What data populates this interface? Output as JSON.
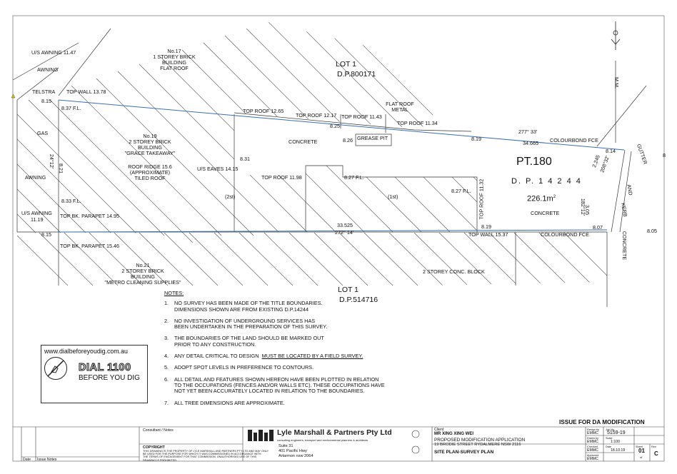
{
  "lots": {
    "lot1_north": "LOT 1",
    "dp_north": "D.P.800171",
    "lot1_south": "LOT 1",
    "dp_south": "D.P.514716",
    "pt_title": "PT.180",
    "pt_dp": "D. P. 1 4 2 4 4",
    "area": "226.1m",
    "area_sup": "2",
    "pt_surface": "CONCRETE"
  },
  "buildings": {
    "no17": [
      "No.17",
      "1 STOREY BRICK",
      "BUILDING",
      "FLAT ROOF"
    ],
    "no19": [
      "No.19",
      "2 STOREY BRICK",
      "BUILDING",
      "\"GRACE TAKEAWAY\""
    ],
    "roof_ridge": [
      "ROOF RIDGE 15.6",
      "(APPROXIMATE)",
      "TILED ROOF"
    ],
    "no21": [
      "No.21",
      "2 STOREY BRICK",
      "BUILDING",
      "\"METRO CLEANING SUPPLIES\""
    ],
    "flat_roof_metal": [
      "FLAT ROOF",
      "METAL"
    ],
    "conc_block": "2 STOREY CONC. BLOCK",
    "second": "(2st)",
    "first": "(1st)"
  },
  "labels": {
    "us_awning_top": "U/S AWNING 11.47",
    "awning_top": "AWNING",
    "telstra": "TELSTRA",
    "top_wall_1378": "TOP WALL 13.78",
    "l815a": "8.15",
    "fl837": "8.37 F.L.",
    "gas": "GAS",
    "dim2412": "24°12'",
    "dim821": "8.21",
    "awning_mid": "AWNING",
    "fl833": "8.33 F.L.",
    "us_awning_mid": "U/S AWNING",
    "us_awning_mid_val": "11.19",
    "top_bk_1495": "TOP BK. PARAPET 14.95",
    "l815b": "8.15",
    "top_bk_1546": "TOP BK. PARAPET 15.46",
    "top_roof_1265": "TOP ROOF 12.65",
    "top_roof_1217": "TOP ROOF 12.17",
    "top_roof_1143": "TOP ROOF 11.43",
    "top_roof_1134": "TOP ROOF 11.34",
    "l825": "8.25",
    "concrete_mid": "CONCRETE",
    "l826": "8.26",
    "grease_pit": "GREASE PIT",
    "l819a": "8.19",
    "bearing_277": "277°  33'",
    "colourbond_top": "COLOURBOND FCE",
    "dist_34665": "34.665",
    "l831": "8.31",
    "us_eaves": "U/S EAVES 14.15",
    "top_roof_1198": "TOP ROOF 11.98",
    "fl827a": "8.27 F.L.",
    "fl827b": "8.27 F.L.",
    "top_roof_1132": "TOP ROOF 11.32",
    "d2245": "2.245",
    "bearing_208": "208°32'",
    "l814": "8.14",
    "gutter": "GUTTER",
    "and": "AND",
    "kerb": "KERB",
    "concrete_side": "CONCRETE",
    "bearing_182": "182°12'",
    "d305": "3.05",
    "l807": "8.07",
    "l805": "8.05",
    "l8edge": "8",
    "dist_33525": "33.525",
    "bearing_272": "272°  14'",
    "top_wall_1537": "TOP WALL 15.37",
    "colourbond_bot": "COLOURBOND FCE",
    "l819b": "8.19",
    "mm": "M.M."
  },
  "notes": {
    "heading": "NOTES:",
    "items": [
      {
        "n": "1.",
        "text": [
          "NO SURVEY HAS BEEN MADE OF THE TITLE BOUNDARIES.",
          "DIMENSIONS SHOWN ARE FROM EXISTING D.P.14244"
        ]
      },
      {
        "n": "2.",
        "text": [
          "NO INVESTIGATION OF UNDERGROUND SERVICES HAS",
          "BEEN UNDERTAKEN IN THE PREPARATION OF THIS SURVEY."
        ]
      },
      {
        "n": "3.",
        "text": [
          "THE BOUNDARIES OF THE LAND SHOULD BE MARKED OUT",
          "PRIOR TO ANY CONSTRUCTION."
        ]
      },
      {
        "n": "4.",
        "text": [
          "ANY DETAIL CRITICAL TO DESIGN"
        ],
        "underline": "MUST BE LOCATED BY A FIELD SURVEY."
      },
      {
        "n": "5.",
        "text": [
          "ADOPT SPOT LEVELS IN PREFERENCE TO CONTOURS."
        ]
      },
      {
        "n": "6.",
        "text": [
          "ALL DETAIL AND FEATURES SHOWN HEREON HAVE BEEN PLOTTED IN RELATION",
          "TO THE OCCUPATIONS (FENCES AND/OR WALLS ETC). THESE OCCUPATIONS HAVE",
          "NOT YET BEEN ACCURATELY LOCATED IN RELATION TO THE BOUNDARIES."
        ]
      },
      {
        "n": "7.",
        "text": [
          "ALL TREE DIMENSIONS ARE APPROXIMATE."
        ]
      }
    ]
  },
  "dial": {
    "url": "www.dialbeforeyoudig.com.au",
    "number": "DIAL 1100",
    "sub": "BEFORE YOU DIG"
  },
  "title_block": {
    "issue": "ISSUE FOR DA MODIFICATION",
    "issue_notes": "Issue Notes",
    "date_col": "Date",
    "consultant": "Consultant / Notes",
    "copyright": "COPYRIGHT",
    "copyright_text": [
      "THIS DRAWING IS THE PROPERTY OF LYLE MARSHALL AND PARTNERS PTY LTD AND MAY ONLY",
      "BE USED FOR THE PURPOSE FOR WHICH IT WAS COMMISSIONED IN ACCORDANCE WITH",
      "THE TERMS OF ENGAGEMENT FOR THAT COMMISSION. UNAUTHORISED USE OF THIS",
      "DRAWING IS PROHIBITED."
    ],
    "firm": "Lyle Marshall & Partners Pty Ltd",
    "firm_tag": "consulting engineers, transport and environmental planners & architects",
    "firm_addr": [
      "Suite 31",
      "401 Pacific Hwy",
      "Artarmon nsw 2064"
    ],
    "client_label": "Client",
    "client": "MR XING XING WEI",
    "project": "PROPOSED MODIFICATION APPLICATION",
    "address": "19 BRODIE STREET RYDALMERE NSW 2116",
    "drawing_title": "SITE PLAN-SURVEY PLAN",
    "designed_label": "Design by",
    "designed": "EMMC",
    "drawn_label": "Drawn by",
    "drawn": "EMMC",
    "checked_label": "Checked",
    "checked": "EMMC",
    "approved_label": "Approved",
    "approved": "EMMC",
    "job_label": "Job No.",
    "job": "5159-19",
    "scale_label": "Scale",
    "scale": "1:100",
    "date_label": "Date",
    "date": "18.10.19",
    "sheet_label": "Sheet",
    "sheet": "01",
    "of": "of",
    "rev_label": "Rev",
    "rev": "C"
  }
}
